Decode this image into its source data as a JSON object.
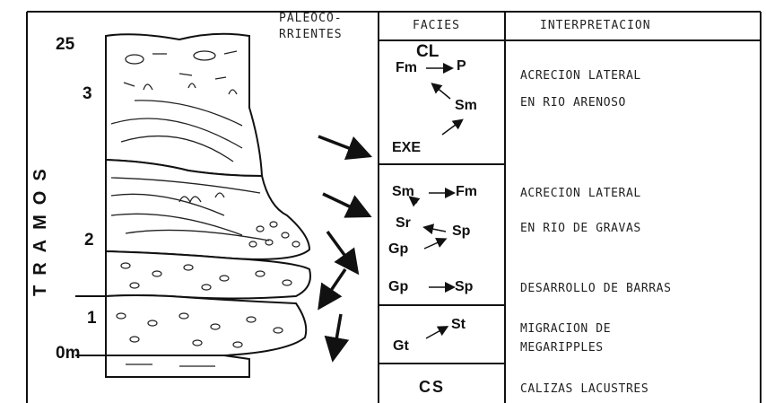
{
  "headers": {
    "paleocorrientes_line1": "PALEOCO-",
    "paleocorrientes_line2": "RRIENTES",
    "facies": "FACIES",
    "interpretacion": "INTERPRETACION"
  },
  "axis": {
    "title": "TRAMOS",
    "labels": [
      "25",
      "3",
      "2",
      "1",
      "0m"
    ]
  },
  "facies_boxes": [
    {
      "id": "tramo-3",
      "codes": [
        "CL",
        "Fm",
        "P",
        "Sm",
        "EXE"
      ]
    },
    {
      "id": "tramo-2",
      "codes": [
        "Sm",
        "Fm",
        "Sr",
        "Sp",
        "Gp"
      ]
    },
    {
      "id": "tramo-2-lower",
      "codes": [
        "Gp",
        "Sp"
      ]
    },
    {
      "id": "tramo-1",
      "codes": [
        "St",
        "Gt"
      ]
    },
    {
      "id": "base",
      "codes": [
        "CS"
      ]
    }
  ],
  "interpretation": {
    "t3_line1": "ACRECION LATERAL",
    "t3_line2": "EN RIO ARENOSO",
    "t2_line1": "ACRECION LATERAL",
    "t2_line2": "EN RIO DE GRAVAS",
    "t2b": "DESARROLLO DE BARRAS",
    "t1_line1": "MIGRACION DE",
    "t1_line2": "MEGARIPPLES",
    "base": "CALIZAS LACUSTRES"
  }
}
